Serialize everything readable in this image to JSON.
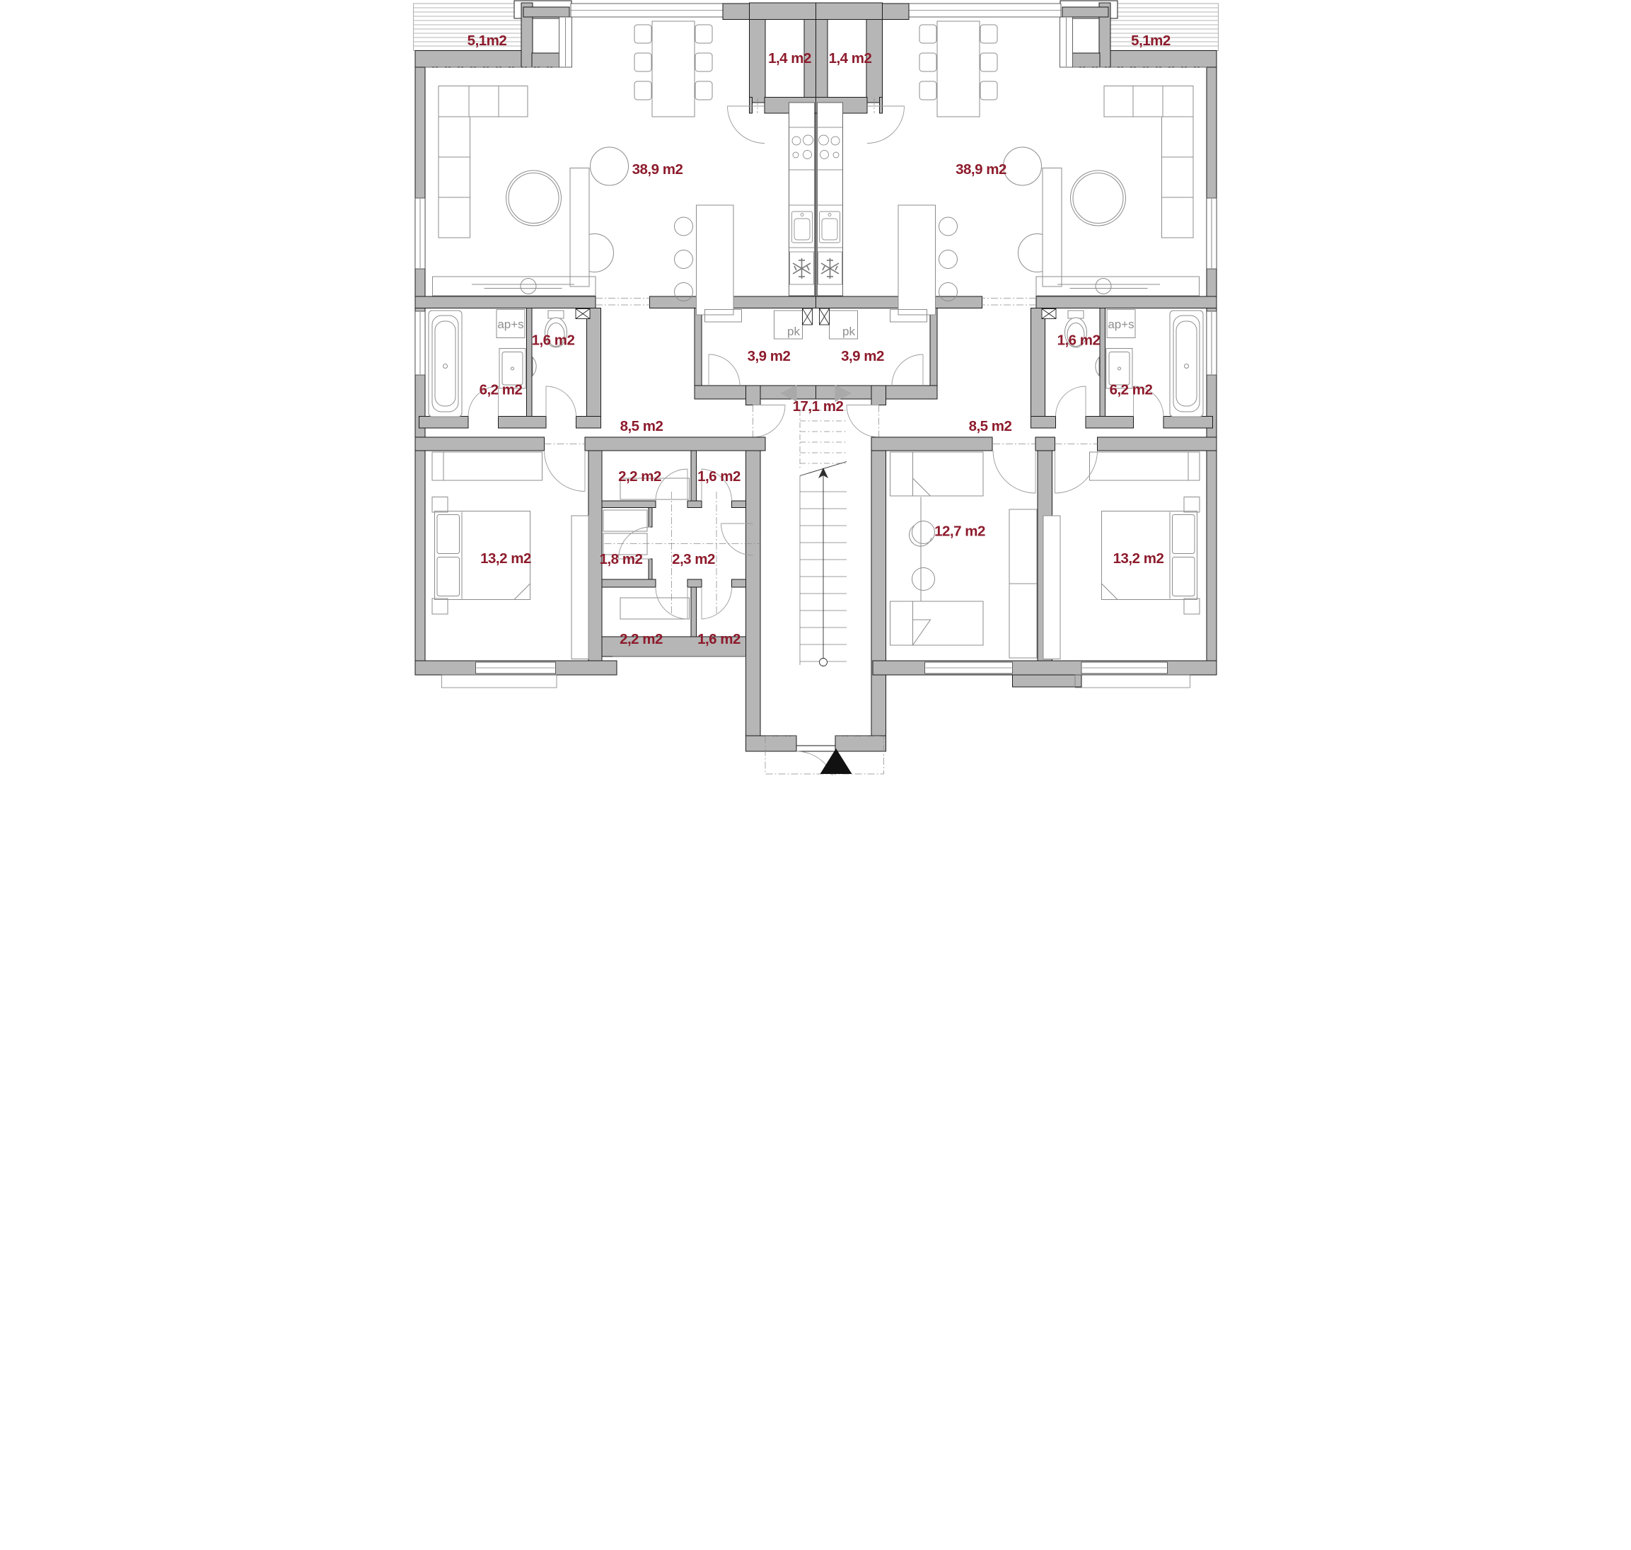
{
  "title": "Floor plan — two-apartment residential level",
  "colors": {
    "wall_fill": "#b6b6b6",
    "outline": "#1a1a1a",
    "furniture": "#8c8c8c",
    "area_label": "#8d1b2c",
    "fixture_tag": "#8f8f8f",
    "entrance_marker": "#111111"
  },
  "rooms": {
    "terrace_left": {
      "name": "terrace",
      "label": "5,1m2"
    },
    "terrace_right": {
      "name": "terrace",
      "label": "5,1m2"
    },
    "storage_left": {
      "name": "loggia-storage",
      "label": "1,4 m2"
    },
    "storage_right": {
      "name": "loggia-storage",
      "label": "1,4 m2"
    },
    "living_left": {
      "name": "living-kitchen",
      "label": "38,9 m2"
    },
    "living_right": {
      "name": "living-kitchen",
      "label": "38,9 m2"
    },
    "utility_left": {
      "name": "pantry-utility",
      "label": "3,9 m2"
    },
    "utility_right": {
      "name": "pantry-utility",
      "label": "3,9 m2"
    },
    "wc_left": {
      "name": "toilet",
      "label": "1,6 m2"
    },
    "wc_right": {
      "name": "toilet",
      "label": "1,6 m2"
    },
    "bath_left": {
      "name": "bathroom",
      "label": "6,2 m2"
    },
    "bath_right": {
      "name": "bathroom",
      "label": "6,2 m2"
    },
    "hall_left": {
      "name": "hallway",
      "label": "8,5 m2"
    },
    "hall_right": {
      "name": "hallway",
      "label": "8,5 m2"
    },
    "stairwell": {
      "name": "stairwell-entrance",
      "label": "17,1 m2"
    },
    "bedroom_left": {
      "name": "bedroom",
      "label": "13,2 m2"
    },
    "bedroom_kids": {
      "name": "kids-bedroom",
      "label": "12,7 m2"
    },
    "bedroom_right": {
      "name": "bedroom",
      "label": "13,2 m2"
    },
    "store_22_top": {
      "name": "storage-closet",
      "label": "2,2 m2"
    },
    "store_16_top": {
      "name": "storage-closet",
      "label": "1,6 m2"
    },
    "store_18": {
      "name": "storage-closet",
      "label": "1,8 m2"
    },
    "store_23": {
      "name": "storage-lobby",
      "label": "2,3 m2"
    },
    "store_22_bot": {
      "name": "storage-closet",
      "label": "2,2 m2"
    },
    "store_16_bot": {
      "name": "storage-closet",
      "label": "1,6 m2"
    }
  },
  "fixtures": {
    "washer_left": "ap+s",
    "washer_right": "ap+s",
    "boiler_left": "pk",
    "boiler_right": "pk"
  }
}
